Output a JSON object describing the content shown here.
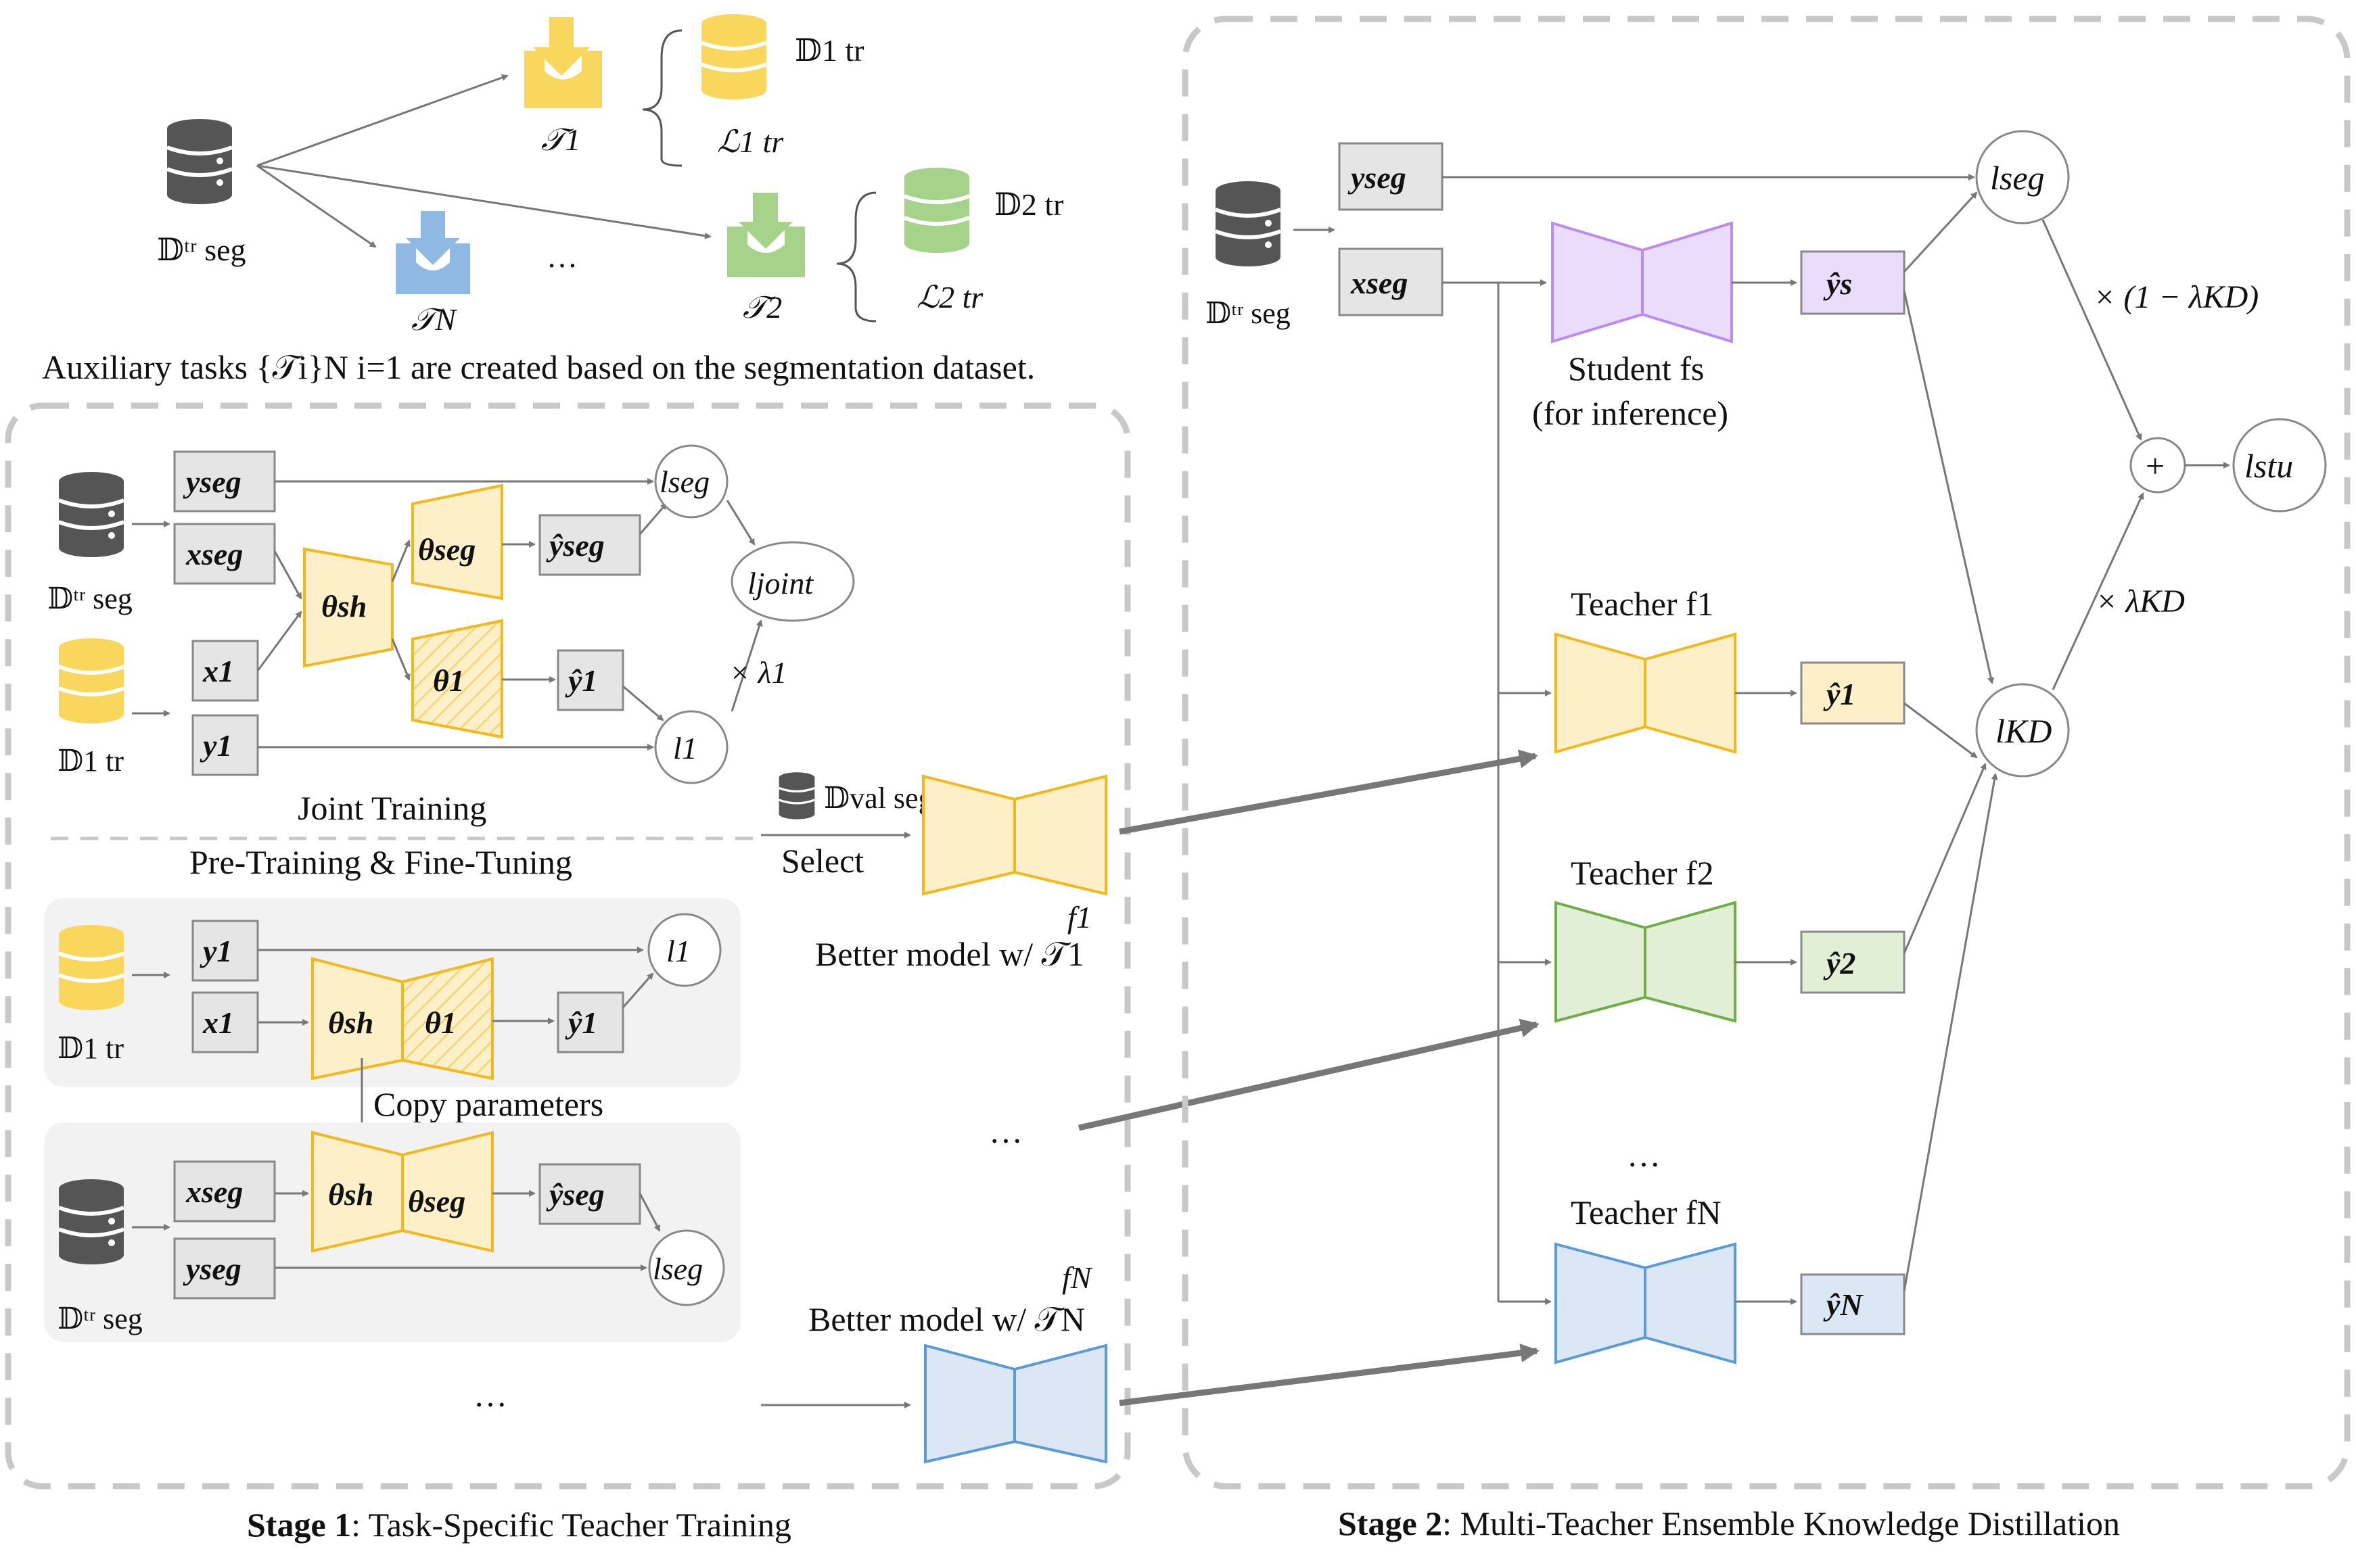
{
  "header": {
    "dataset_label": "𝔻ᵗʳ seg",
    "task_labels": [
      "𝒯1",
      "𝒯N",
      "𝒯2"
    ],
    "ellipsis": "…",
    "dataset_groups": [
      {
        "data": "𝔻1 tr",
        "loss": "ℒ1 tr"
      },
      {
        "data": "𝔻2 tr",
        "loss": "ℒ2 tr"
      }
    ],
    "caption": "Auxiliary tasks {𝒯i}N i=1 are created based on the segmentation dataset."
  },
  "stage1": {
    "joint": {
      "y_seg": "yseg",
      "x_seg": "xseg",
      "x_1": "x1",
      "y_1": "y1",
      "theta_sh": "θsh",
      "theta_seg": "θseg",
      "theta_1": "θ1",
      "yhat_seg": "ŷseg",
      "yhat_1": "ŷ1",
      "l_seg": "lseg",
      "l_joint": "ljoint",
      "l_1": "l1",
      "lambda": "× λ1",
      "title": "Joint Training"
    },
    "pretrain_title": "Pre-Training & Fine-Tuning",
    "pretrain": {
      "y_1": "y1",
      "x_1": "x1",
      "theta_sh": "θsh",
      "theta_1": "θ1",
      "yhat_1": "ŷ1",
      "l_1": "l1",
      "copy": "Copy parameters",
      "x_seg": "xseg",
      "y_seg": "yseg",
      "theta_seg": "θseg",
      "yhat_seg": "ŷseg",
      "l_seg": "lseg"
    },
    "ellipsis": "…",
    "select": {
      "dataset": "𝔻val seg",
      "label": "Select"
    },
    "better_1": {
      "f": "f1",
      "label": "Better model w/ 𝒯1"
    },
    "better_n": {
      "f": "fN",
      "label": "Better model w/ 𝒯N"
    },
    "mid_ellipsis": "…",
    "title_bold": "Stage 1",
    "title_rest": ": Task-Specific Teacher Training"
  },
  "stage2": {
    "y_seg": "yseg",
    "x_seg": "xseg",
    "student": {
      "label": "Student fs",
      "sub": "(for inference)",
      "yhat": "ŷs"
    },
    "teachers": [
      {
        "label": "Teacher f1",
        "yhat": "ŷ1"
      },
      {
        "label": "Teacher f2",
        "yhat": "ŷ2"
      },
      {
        "label": "Teacher fN",
        "yhat": "ŷN"
      }
    ],
    "ellipsis": "…",
    "l_seg": "lseg",
    "l_kd": "lKD",
    "plus": "+",
    "l_stu": "lstu",
    "w_seg": "× (1 − λKD)",
    "w_kd": "× λKD",
    "title_bold": "Stage 2",
    "title_rest": ": Multi-Teacher Ensemble Knowledge Distillation"
  },
  "colors": {
    "yellow_fill": "#fdf0c8",
    "yellow_stroke": "#f2b81c",
    "green_fill": "#e1efd6",
    "green_stroke": "#6fad47",
    "blue_fill": "#dbe7f5",
    "blue_stroke": "#5b9bd5",
    "purple_fill": "#ecdcfb",
    "purple_stroke": "#b98cf0",
    "gray_box": "#e5e5e5",
    "panel": "#f2f2f2",
    "dash": "#c8c8c8"
  }
}
